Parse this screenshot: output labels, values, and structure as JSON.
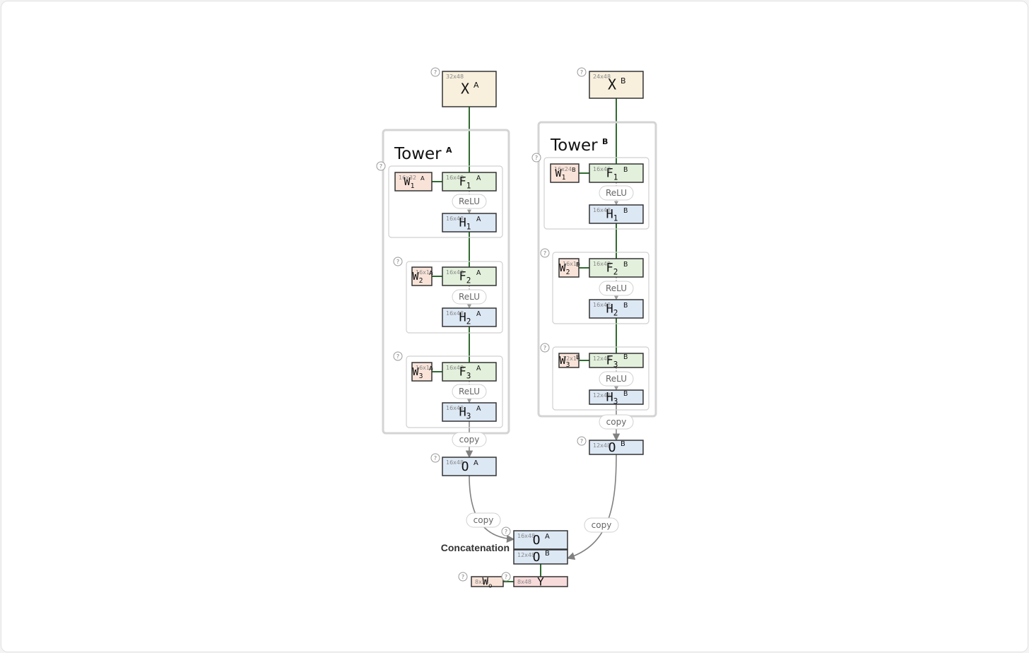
{
  "colors": {
    "input_fill": "#f8f0dd",
    "weight_fill": "#f9e3d8",
    "pre_activation_fill": "#e3f0dc",
    "activation_fill": "#dde8f5",
    "output_fill": "#f7dada",
    "green_edge": "#2f6b2f",
    "gray_edge": "#808080"
  },
  "help_icon_glyph": "?",
  "towers": [
    {
      "label": "Tower",
      "sup": "A",
      "input": {
        "name": "X",
        "sup": "A",
        "dim": "32x48"
      },
      "layers": [
        {
          "weight": {
            "name": "W",
            "sub": "1",
            "sup": "A",
            "dim": "16x32"
          },
          "pre": {
            "name": "F",
            "sub": "1",
            "sup": "A",
            "dim": "16x48"
          },
          "act": "ReLU",
          "out": {
            "name": "H",
            "sub": "1",
            "sup": "A",
            "dim": "16x48"
          }
        },
        {
          "weight": {
            "name": "W",
            "sub": "2",
            "sup": "A",
            "dim": "16x16"
          },
          "pre": {
            "name": "F",
            "sub": "2",
            "sup": "A",
            "dim": "16x48"
          },
          "act": "ReLU",
          "out": {
            "name": "H",
            "sub": "2",
            "sup": "A",
            "dim": "16x48"
          }
        },
        {
          "weight": {
            "name": "W",
            "sub": "3",
            "sup": "A",
            "dim": "16x16"
          },
          "pre": {
            "name": "F",
            "sub": "3",
            "sup": "A",
            "dim": "16x48"
          },
          "act": "ReLU",
          "out": {
            "name": "H",
            "sub": "3",
            "sup": "A",
            "dim": "16x48"
          }
        }
      ],
      "copy_label": "copy",
      "output": {
        "name": "O",
        "sup": "A",
        "dim": "16x48"
      }
    },
    {
      "label": "Tower",
      "sup": "B",
      "input": {
        "name": "X",
        "sup": "B",
        "dim": "24x48"
      },
      "layers": [
        {
          "weight": {
            "name": "W",
            "sub": "1",
            "sup": "B",
            "dim": "16x24"
          },
          "pre": {
            "name": "F",
            "sub": "1",
            "sup": "B",
            "dim": "16x48"
          },
          "act": "ReLU",
          "out": {
            "name": "H",
            "sub": "1",
            "sup": "B",
            "dim": "16x48"
          }
        },
        {
          "weight": {
            "name": "W",
            "sub": "2",
            "sup": "B",
            "dim": "16x16"
          },
          "pre": {
            "name": "F",
            "sub": "2",
            "sup": "B",
            "dim": "16x48"
          },
          "act": "ReLU",
          "out": {
            "name": "H",
            "sub": "2",
            "sup": "B",
            "dim": "16x48"
          }
        },
        {
          "weight": {
            "name": "W",
            "sub": "3",
            "sup": "B",
            "dim": "12x16"
          },
          "pre": {
            "name": "F",
            "sub": "3",
            "sup": "B",
            "dim": "12x48"
          },
          "act": "ReLU",
          "out": {
            "name": "H",
            "sub": "3",
            "sup": "B",
            "dim": "12x48"
          }
        }
      ],
      "copy_label": "copy",
      "output": {
        "name": "O",
        "sup": "B",
        "dim": "12x48"
      }
    }
  ],
  "concat": {
    "label": "Concatenation",
    "copy_labels": [
      "copy",
      "copy"
    ],
    "parts": [
      {
        "name": "O",
        "sup": "A",
        "dim": "16x48"
      },
      {
        "name": "O",
        "sup": "B",
        "dim": "12x48"
      }
    ]
  },
  "head": {
    "weight": {
      "name": "W",
      "sub": "o",
      "dim": "8x28"
    },
    "output": {
      "name": "Y",
      "dim": "8x48"
    }
  }
}
